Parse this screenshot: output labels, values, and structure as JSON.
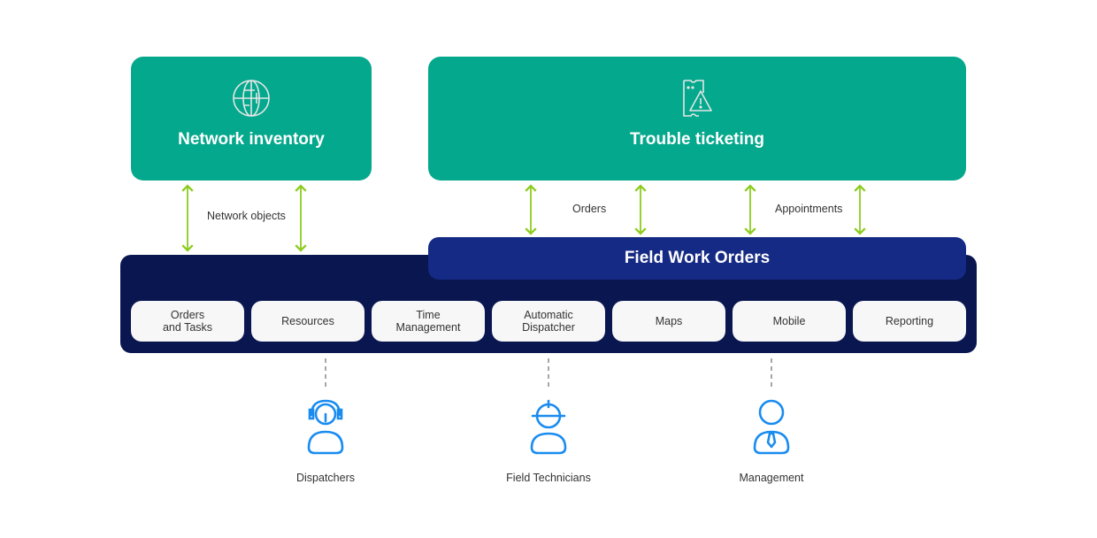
{
  "systems": {
    "network_inventory": {
      "title": "Network inventory",
      "icon": "globe-icon"
    },
    "trouble_ticketing": {
      "title": "Trouble ticketing",
      "icon": "ticket-warning-icon"
    }
  },
  "connections": {
    "network_objects": "Network objects",
    "orders": "Orders",
    "appointments": "Appointments"
  },
  "platform": {
    "title": "Field Work Orders",
    "modules": [
      {
        "label": "Orders\nand Tasks"
      },
      {
        "label": "Resources"
      },
      {
        "label": "Time\nManagement"
      },
      {
        "label": "Automatic\nDispatcher"
      },
      {
        "label": "Maps"
      },
      {
        "label": "Mobile"
      },
      {
        "label": "Reporting"
      }
    ]
  },
  "roles": [
    {
      "label": "Dispatchers",
      "icon": "headset-user-icon"
    },
    {
      "label": "Field Technicians",
      "icon": "hardhat-user-icon"
    },
    {
      "label": "Management",
      "icon": "tie-user-icon"
    }
  ],
  "colors": {
    "system_green": "#04a88c",
    "platform_navy": "#0a1650",
    "fwo_blue": "#152a84",
    "arrow_green": "#8ccc1f",
    "role_blue": "#1a8cf0",
    "connector_gray": "#888888"
  }
}
